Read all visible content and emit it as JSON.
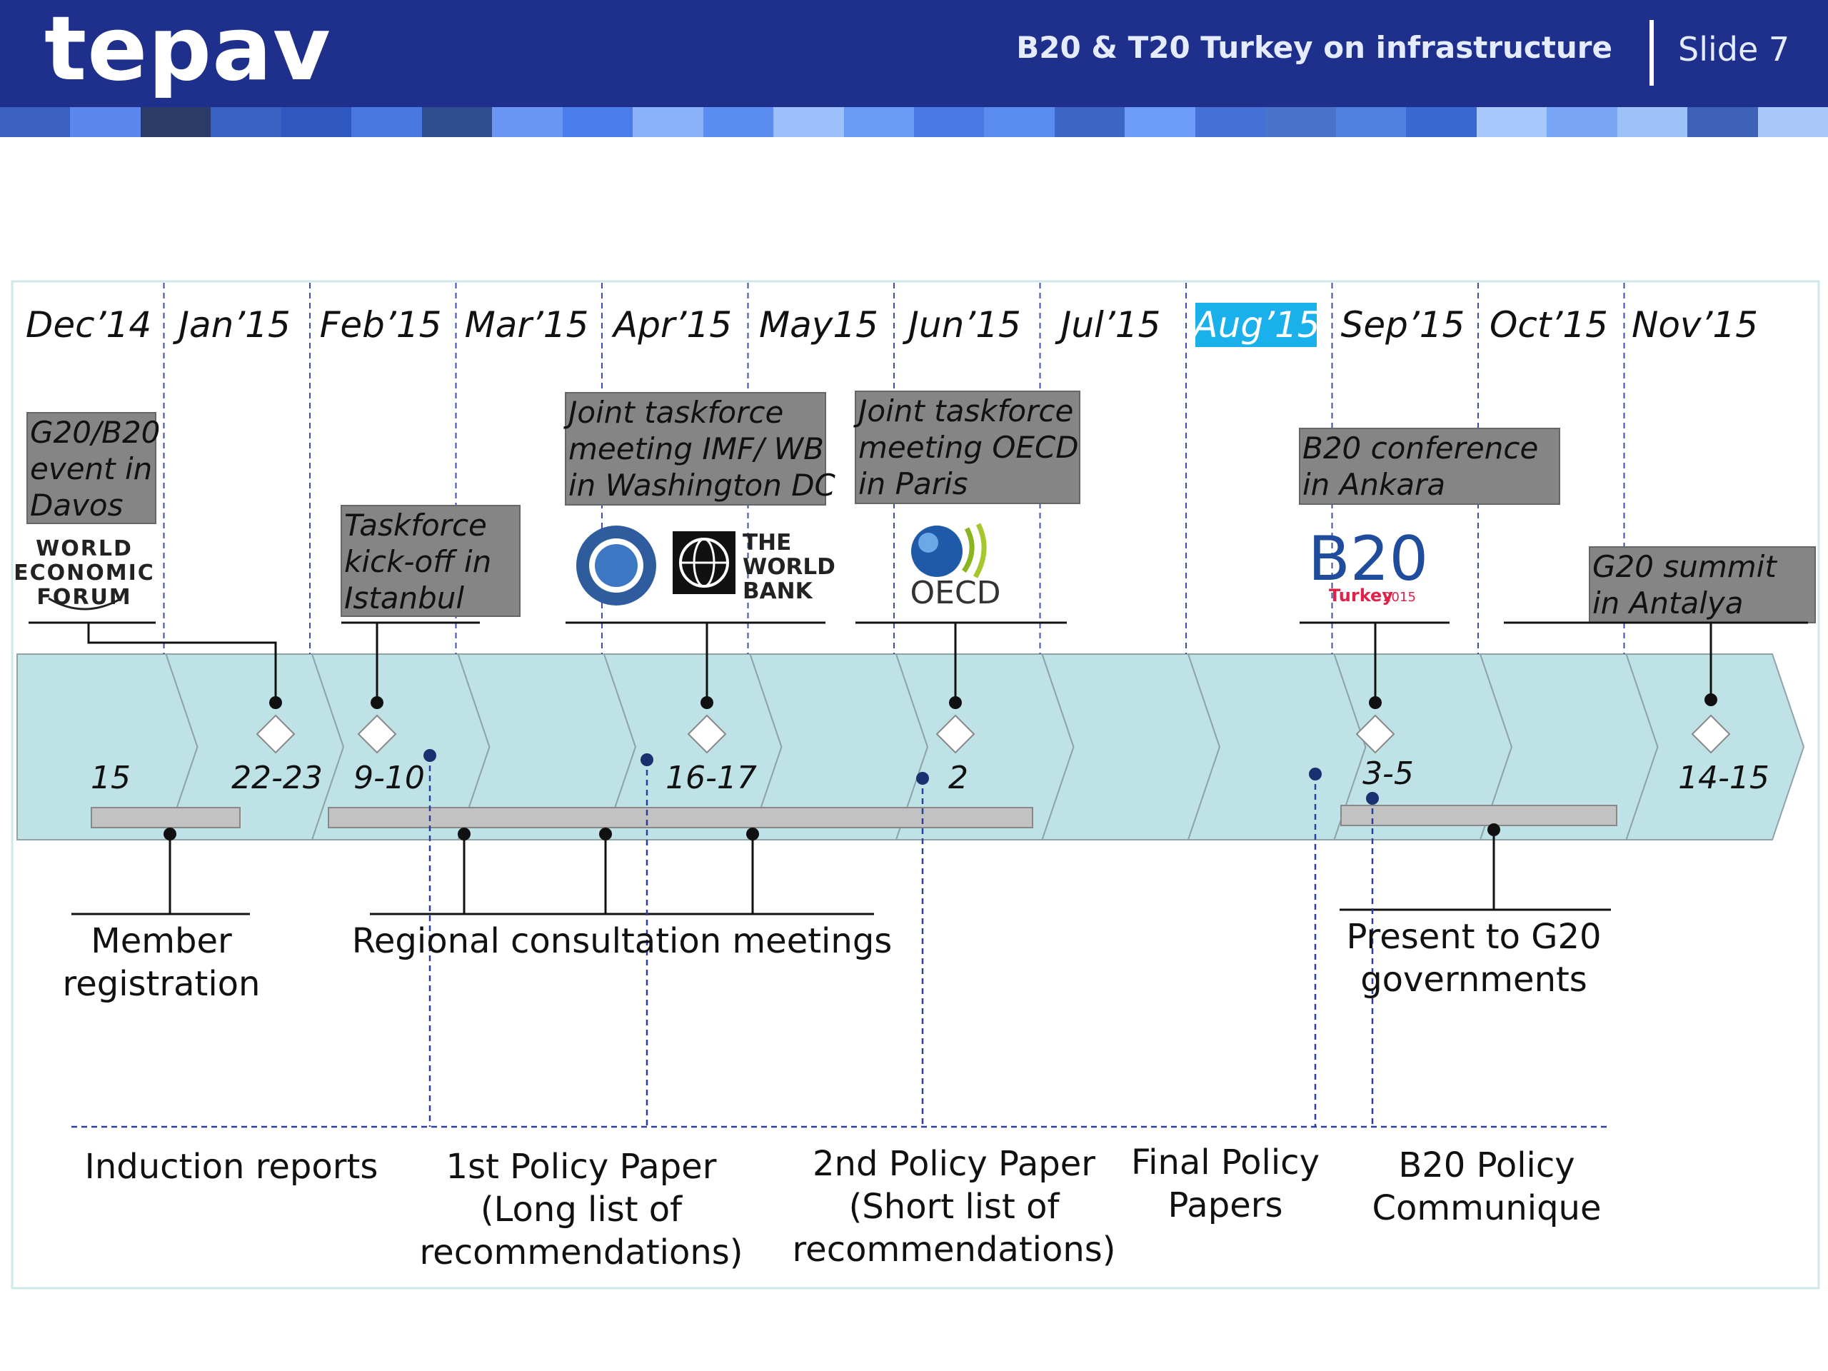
{
  "header": {
    "logo": "tepav",
    "title": "B20 & T20 Turkey on infrastructure",
    "slide": "Slide 7",
    "stripe_colors": [
      "#3a60c0",
      "#5a86ee",
      "#2b3a66",
      "#3762c4",
      "#2e58c0",
      "#4b78e0",
      "#2f4c8c",
      "#6a96f4",
      "#4a7cec",
      "#8ab2fa",
      "#5a8cf2",
      "#9cc0fa",
      "#6a9af4",
      "#4c78e4",
      "#5a8cf0",
      "#3c66c4",
      "#6c9cf8",
      "#4470d8",
      "#4a74cc",
      "#5080e0",
      "#3a68d0",
      "#a8c8fc",
      "#7aa6f6",
      "#9ec2fa",
      "#3e62b8",
      "#aac8fa"
    ]
  },
  "timeline": {
    "months": [
      "Dec’14",
      "Jan’15",
      "Feb’15",
      "Mar’15",
      "Apr’15",
      "May15",
      "Jun’15",
      "Jul’15",
      "Aug’15",
      "Sep’15",
      "Oct’15",
      "Nov’15"
    ],
    "highlighted_month": "Aug’15",
    "highlight_color": "#1ab0ec",
    "band_color": "#bfe2e6"
  },
  "events": [
    {
      "id": "davos",
      "label": [
        "G20/B20",
        "event in",
        "Davos"
      ],
      "logo": "WORLD ECONOMIC FORUM",
      "date": "22-23"
    },
    {
      "id": "istanbul",
      "label": [
        "Taskforce",
        "kick-off in",
        "Istanbul"
      ],
      "date": "9-10"
    },
    {
      "id": "washington",
      "label": [
        "Joint taskforce",
        "meeting IMF/ WB",
        "in Washington DC"
      ],
      "logo": "THE WORLD BANK",
      "date": "16-17"
    },
    {
      "id": "paris",
      "label": [
        "Joint taskforce",
        "meeting OECD",
        "in Paris"
      ],
      "logo": "OECD",
      "date": "2"
    },
    {
      "id": "ankara",
      "label": [
        "B20 conference",
        "in Ankara"
      ],
      "logo": "B20",
      "logo_sub": "Turkey",
      "logo_year": "2015",
      "date": "3-5"
    },
    {
      "id": "antalya",
      "label": [
        "G20 summit",
        "in Antalya"
      ],
      "date": "14-15"
    }
  ],
  "dates": {
    "dec_15": "15"
  },
  "below": {
    "member": [
      "Member",
      "registration"
    ],
    "regional": "Regional consultation meetings",
    "present": [
      "Present to G20",
      "governments"
    ]
  },
  "deliverables": [
    [
      "Induction reports"
    ],
    [
      "1st Policy Paper",
      "(Long list of",
      "recommendations)"
    ],
    [
      "2nd Policy Paper",
      "(Short list of",
      "recommendations)"
    ],
    [
      "Final Policy",
      "Papers"
    ],
    [
      "B20 Policy",
      "Communique"
    ]
  ]
}
